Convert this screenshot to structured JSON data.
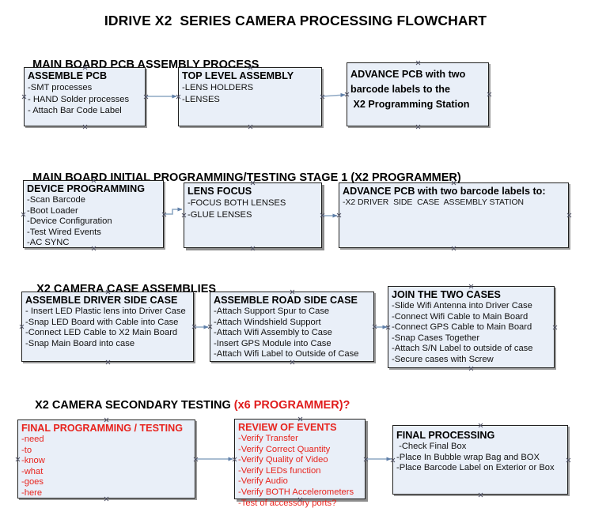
{
  "document": {
    "title": "IDRIVE X2  SERIES CAMERA PROCESSING FLOWCHART",
    "accent_red": "#e8241e",
    "box_fill": "#e9eff8",
    "box_border": "#20201f",
    "connector_color": "#7b96b8"
  },
  "sections": [
    {
      "id": "main-board-pcb-assembly",
      "heading": "MAIN BOARD PCB ASSEMBLY PROCESS",
      "heading_accent": "",
      "boxes": [
        {
          "id": "assemble-pcb",
          "title": "ASSEMBLE PCB",
          "lines": [
            "-SMT processes",
            "- HAND Solder processes",
            "- Attach Bar Code Label"
          ]
        },
        {
          "id": "top-level-assembly",
          "title": "TOP LEVEL ASSEMBLY",
          "lines": [
            "-LENS HOLDERS",
            "-LENSES"
          ]
        },
        {
          "id": "advance-pcb-programming-station",
          "title_lines": [
            "ADVANCE PCB with two",
            "barcode labels to the",
            " X2 Programming Station"
          ],
          "lines": []
        }
      ]
    },
    {
      "id": "main-board-initial-programming",
      "heading": "MAIN BOARD INITIAL PROGRAMMING/TESTING STAGE 1 (X2 PROGRAMMER)",
      "heading_accent": "",
      "boxes": [
        {
          "id": "device-programming",
          "title": "DEVICE PROGRAMMING",
          "lines": [
            "-Scan Barcode",
            "-Boot Loader",
            "-Device Configuration",
            "-Test Wired Events",
            "-AC SYNC"
          ]
        },
        {
          "id": "lens-focus",
          "title": "LENS FOCUS",
          "lines": [
            "-FOCUS BOTH LENSES",
            "-GLUE LENSES"
          ]
        },
        {
          "id": "advance-pcb-driver-side-case",
          "title": "ADVANCE PCB with two barcode labels to:",
          "lines": [
            "-X2 DRIVER  SIDE  CASE  ASSEMBLY STATION"
          ]
        }
      ]
    },
    {
      "id": "x2-camera-case-assemblies",
      "heading": "X2 CAMERA CASE ASSEMBLIES",
      "heading_accent": "",
      "boxes": [
        {
          "id": "assemble-driver-side-case",
          "title": "ASSEMBLE DRIVER SIDE CASE",
          "lines": [
            "- Insert LED Plastic lens into Driver Case",
            "-Snap LED Board with Cable into Case",
            "-Connect LED Cable to X2 Main Board",
            "-Snap Main Board into case"
          ]
        },
        {
          "id": "assemble-road-side-case",
          "title": "ASSEMBLE ROAD SIDE CASE",
          "lines": [
            "-Attach Support Spur to Case",
            "-Attach Windshield Support",
            "-Attach Wifi Assembly to Case",
            "-Insert GPS Module into Case",
            "-Attach Wifi Label to Outside of Case"
          ]
        },
        {
          "id": "join-the-two-cases",
          "title": "JOIN THE TWO CASES",
          "lines": [
            "-Slide Wifi Antenna into Driver Case",
            "-Connect Wifi Cable to Main Board",
            "-Connect GPS Cable to Main Board",
            "-Snap Cases Together",
            "-Attach S/N Label to outside of case",
            "-Secure cases with Screw"
          ]
        }
      ]
    },
    {
      "id": "x2-camera-secondary-testing",
      "heading": "X2 CAMERA SECONDARY TESTING ",
      "heading_accent": "(x6 PROGRAMMER)?",
      "boxes": [
        {
          "id": "final-programming-testing",
          "title": "FINAL PROGRAMMING / TESTING",
          "lines": [
            "-need",
            "-to",
            "-know",
            "-what",
            "-goes",
            "-here"
          ]
        },
        {
          "id": "review-of-events",
          "title": "REVIEW OF EVENTS",
          "lines": [
            "-Verify Transfer",
            "-Verify Correct Quantity",
            "-Verify Quality of Video",
            "-Verify LEDs function",
            "-Verify Audio",
            "-Verify BOTH Accelerometers",
            "-Test of accessory ports?"
          ]
        },
        {
          "id": "final-processing",
          "title": "FINAL PROCESSING",
          "lines": [
            " -Check Final Box",
            "-Place In Bubble wrap Bag and BOX",
            "-Place Barcode Label on Exterior or Box"
          ]
        }
      ]
    }
  ]
}
